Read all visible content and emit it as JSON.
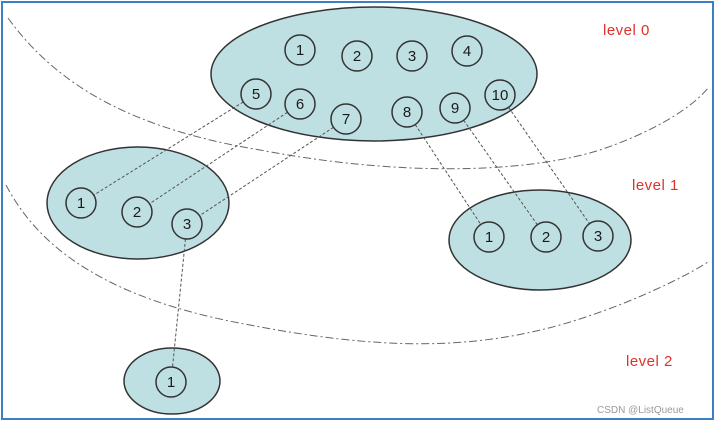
{
  "levels": [
    "level 0",
    "level 1",
    "level 2"
  ],
  "groups": [
    {
      "id": "L0",
      "nodes": [
        "1",
        "2",
        "3",
        "4",
        "5",
        "6",
        "7",
        "8",
        "9",
        "10"
      ]
    },
    {
      "id": "L1A",
      "nodes": [
        "1",
        "2",
        "3"
      ]
    },
    {
      "id": "L1B",
      "nodes": [
        "1",
        "2",
        "3"
      ]
    },
    {
      "id": "L2",
      "nodes": [
        "1"
      ]
    }
  ],
  "links": [
    {
      "from": "L0:5",
      "to": "L1A:1"
    },
    {
      "from": "L0:6",
      "to": "L1A:2"
    },
    {
      "from": "L0:7",
      "to": "L1A:3"
    },
    {
      "from": "L0:8",
      "to": "L1B:1"
    },
    {
      "from": "L0:9",
      "to": "L1B:2"
    },
    {
      "from": "L0:10",
      "to": "L1B:3"
    },
    {
      "from": "L1A:3",
      "to": "L2:1"
    }
  ],
  "watermark": "CSDN @ListQueue",
  "colors": {
    "ellipse_fill": "#bfe0e3",
    "stroke": "#333333",
    "level_label": "#e0302a",
    "frame": "#3b7fc4"
  }
}
